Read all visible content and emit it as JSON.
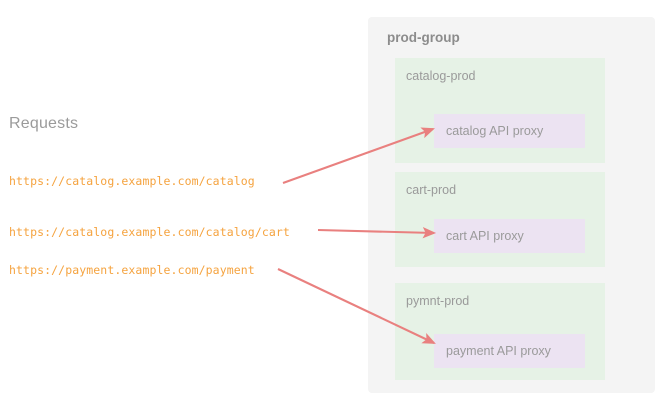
{
  "left": {
    "heading": "Requests",
    "requests": [
      {
        "url": "https://catalog.example.com/catalog"
      },
      {
        "url": "https://catalog.example.com/catalog/cart"
      },
      {
        "url": "https://payment.example.com/payment"
      }
    ]
  },
  "panel": {
    "title": "prod-group",
    "groups": [
      {
        "title": "catalog-prod",
        "proxy": "catalog API proxy"
      },
      {
        "title": "cart-prod",
        "proxy": "cart API proxy"
      },
      {
        "title": "pymnt-prod",
        "proxy": "payment API proxy"
      }
    ]
  },
  "colors": {
    "page_background": "#ffffff",
    "outer_panel": "#f4f4f4",
    "group_background": "#e6f2e6",
    "proxy_background": "#ece3f2",
    "url_text": "#f5a33f",
    "muted_text": "#9a9a9a",
    "title_text": "#8c8c8c",
    "arrow": "#e9807f"
  },
  "arrows": [
    {
      "name": "arrow-catalog",
      "from_request": 0,
      "to_group": 0
    },
    {
      "name": "arrow-cart",
      "from_request": 1,
      "to_group": 1
    },
    {
      "name": "arrow-payment",
      "from_request": 2,
      "to_group": 2
    }
  ]
}
